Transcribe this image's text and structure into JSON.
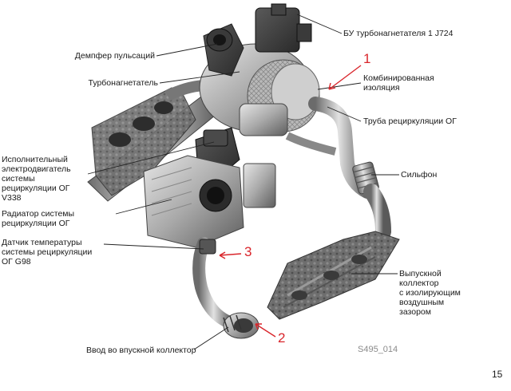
{
  "labels": {
    "ecu": "БУ турбонагнетателя 1 J724",
    "damper": "Демпфер пульсаций",
    "turbo": "Турбонагнетатель",
    "insulation": "Комбинированная\nизоляция",
    "egr_pipe": "Труба рециркуляции ОГ",
    "actuator": "Исполнительный\nэлектродвигатель\nсистемы\nрециркуляции ОГ\nV338",
    "bellows": "Сильфон",
    "radiator": "Радиатор системы\nрециркуляции ОГ",
    "sensor": "Датчик температуры\nсистемы рециркуляции\nОГ G98",
    "exhaust": "Выпускной\nколлектор\nс изолирующим\nвоздушным\nзазором",
    "intake": "Ввод во впускной коллектор"
  },
  "markers": {
    "m1": "1",
    "m2": "2",
    "m3": "3"
  },
  "image_code": "S495_014",
  "page_number": "15",
  "colors": {
    "marker": "#d9252b",
    "leader": "#222222"
  }
}
